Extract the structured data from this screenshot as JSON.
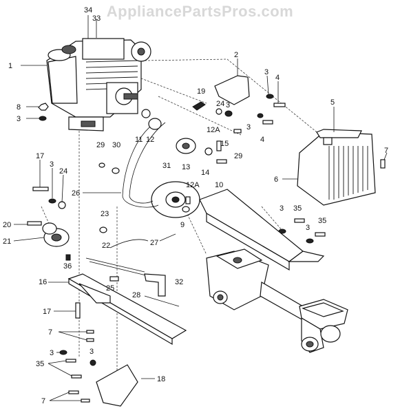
{
  "watermark": "AppliancePartsPros.com",
  "colors": {
    "line": "#111111",
    "fill": "#ffffff",
    "shade": "#555555",
    "watermark": "#d8d8d8"
  },
  "parts": {
    "engine": "1",
    "bracket": "2",
    "washer": "3",
    "bolt": "4",
    "belt_guard_top": "5",
    "belt_guard": "6",
    "screw": "7",
    "nut": "8",
    "spacer": "9",
    "frame": "10",
    "key": "11",
    "pulley_hub": "12",
    "idler_key": "12A",
    "idler_pulley": "13",
    "flat_washer": "14",
    "shoulder_bolt": "15",
    "handle_mount": "16",
    "hex_bolt": "17",
    "tine_shield": "18",
    "spring": "19",
    "roller_bolt": "20",
    "wheel": "21",
    "linkage_rod": "22",
    "lock_nut": "23",
    "wheel_spacer": "24",
    "cotter_pin": "25",
    "v_belt": "26",
    "idler_spring": "27",
    "pivot_rod": "28",
    "carriage_bolt": "29",
    "lock_washer": "30",
    "drive_pulley": "31",
    "lever_bracket": "32",
    "fuel_cap": "33",
    "muffler": "34",
    "cap_screw": "35",
    "clip": "36"
  }
}
